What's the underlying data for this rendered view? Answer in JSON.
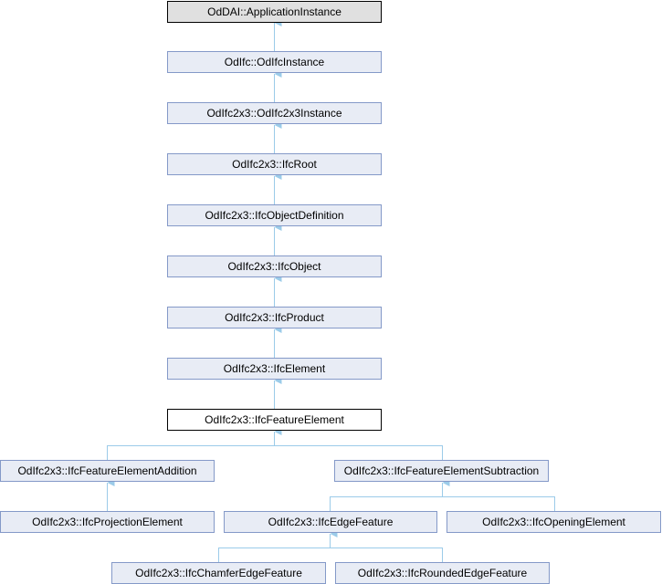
{
  "diagram": {
    "nodes": [
      {
        "id": "app_instance",
        "label": "OdDAI::ApplicationInstance"
      },
      {
        "id": "ifc_instance",
        "label": "OdIfc::OdIfcInstance"
      },
      {
        "id": "ifc2x3_instance",
        "label": "OdIfc2x3::OdIfc2x3Instance"
      },
      {
        "id": "ifc_root",
        "label": "OdIfc2x3::IfcRoot"
      },
      {
        "id": "object_definition",
        "label": "OdIfc2x3::IfcObjectDefinition"
      },
      {
        "id": "object",
        "label": "OdIfc2x3::IfcObject"
      },
      {
        "id": "product",
        "label": "OdIfc2x3::IfcProduct"
      },
      {
        "id": "element",
        "label": "OdIfc2x3::IfcElement"
      },
      {
        "id": "feature_element",
        "label": "OdIfc2x3::IfcFeatureElement"
      },
      {
        "id": "feature_addition",
        "label": "OdIfc2x3::IfcFeatureElementAddition"
      },
      {
        "id": "feature_subtraction",
        "label": "OdIfc2x3::IfcFeatureElementSubtraction"
      },
      {
        "id": "projection_element",
        "label": "OdIfc2x3::IfcProjectionElement"
      },
      {
        "id": "edge_feature",
        "label": "OdIfc2x3::IfcEdgeFeature"
      },
      {
        "id": "opening_element",
        "label": "OdIfc2x3::IfcOpeningElement"
      },
      {
        "id": "chamfer_edge",
        "label": "OdIfc2x3::IfcChamferEdgeFeature"
      },
      {
        "id": "rounded_edge",
        "label": "OdIfc2x3::IfcRoundedEdgeFeature"
      }
    ],
    "edges": [
      [
        "ifc_instance",
        "app_instance"
      ],
      [
        "ifc2x3_instance",
        "ifc_instance"
      ],
      [
        "ifc_root",
        "ifc2x3_instance"
      ],
      [
        "object_definition",
        "ifc_root"
      ],
      [
        "object",
        "object_definition"
      ],
      [
        "product",
        "object"
      ],
      [
        "element",
        "product"
      ],
      [
        "feature_element",
        "element"
      ],
      [
        "feature_addition",
        "feature_element"
      ],
      [
        "feature_subtraction",
        "feature_element"
      ],
      [
        "projection_element",
        "feature_addition"
      ],
      [
        "edge_feature",
        "feature_subtraction"
      ],
      [
        "opening_element",
        "feature_subtraction"
      ],
      [
        "chamfer_edge",
        "edge_feature"
      ],
      [
        "rounded_edge",
        "edge_feature"
      ]
    ],
    "colors": {
      "edge": "#9bcbe9",
      "node_fill": "#e8ecf5",
      "node_border": "#8499c8",
      "current_fill": "#ffffff"
    }
  }
}
